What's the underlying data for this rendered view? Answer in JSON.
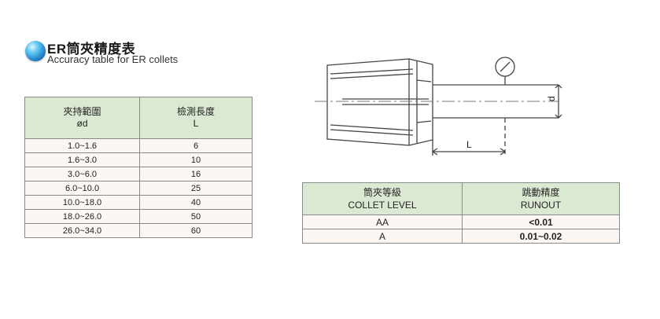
{
  "header": {
    "title_cn": "ER筒夾精度表",
    "title_en": "Accuracy table for ER collets"
  },
  "size_table": {
    "headers": [
      {
        "line1": "夾持範圍",
        "line2": "ød"
      },
      {
        "line1": "檢測長度",
        "line2": "L"
      }
    ],
    "rows": [
      {
        "range": "1.0~1.6",
        "length": "6"
      },
      {
        "range": "1.6~3.0",
        "length": "10"
      },
      {
        "range": "3.0~6.0",
        "length": "16"
      },
      {
        "range": "6.0~10.0",
        "length": "25"
      },
      {
        "range": "10.0~18.0",
        "length": "40"
      },
      {
        "range": "18.0~26.0",
        "length": "50"
      },
      {
        "range": "26.0~34.0",
        "length": "60"
      }
    ]
  },
  "accuracy_table": {
    "headers": [
      {
        "line1": "筒夾等級",
        "line2": "COLLET LEVEL"
      },
      {
        "line1": "跳動精度",
        "line2": "RUNOUT"
      }
    ],
    "rows": [
      {
        "level": "AA",
        "runout": "<0.01"
      },
      {
        "level": "A",
        "runout": "0.01~0.02"
      }
    ]
  },
  "diagram": {
    "label_d": "d",
    "label_L": "L"
  },
  "colors": {
    "header_bg": "#dbe9d2",
    "row_bg": "#fdf7f3",
    "border": "#8a8a8a",
    "bullet_blue": "#1d7cc6"
  }
}
